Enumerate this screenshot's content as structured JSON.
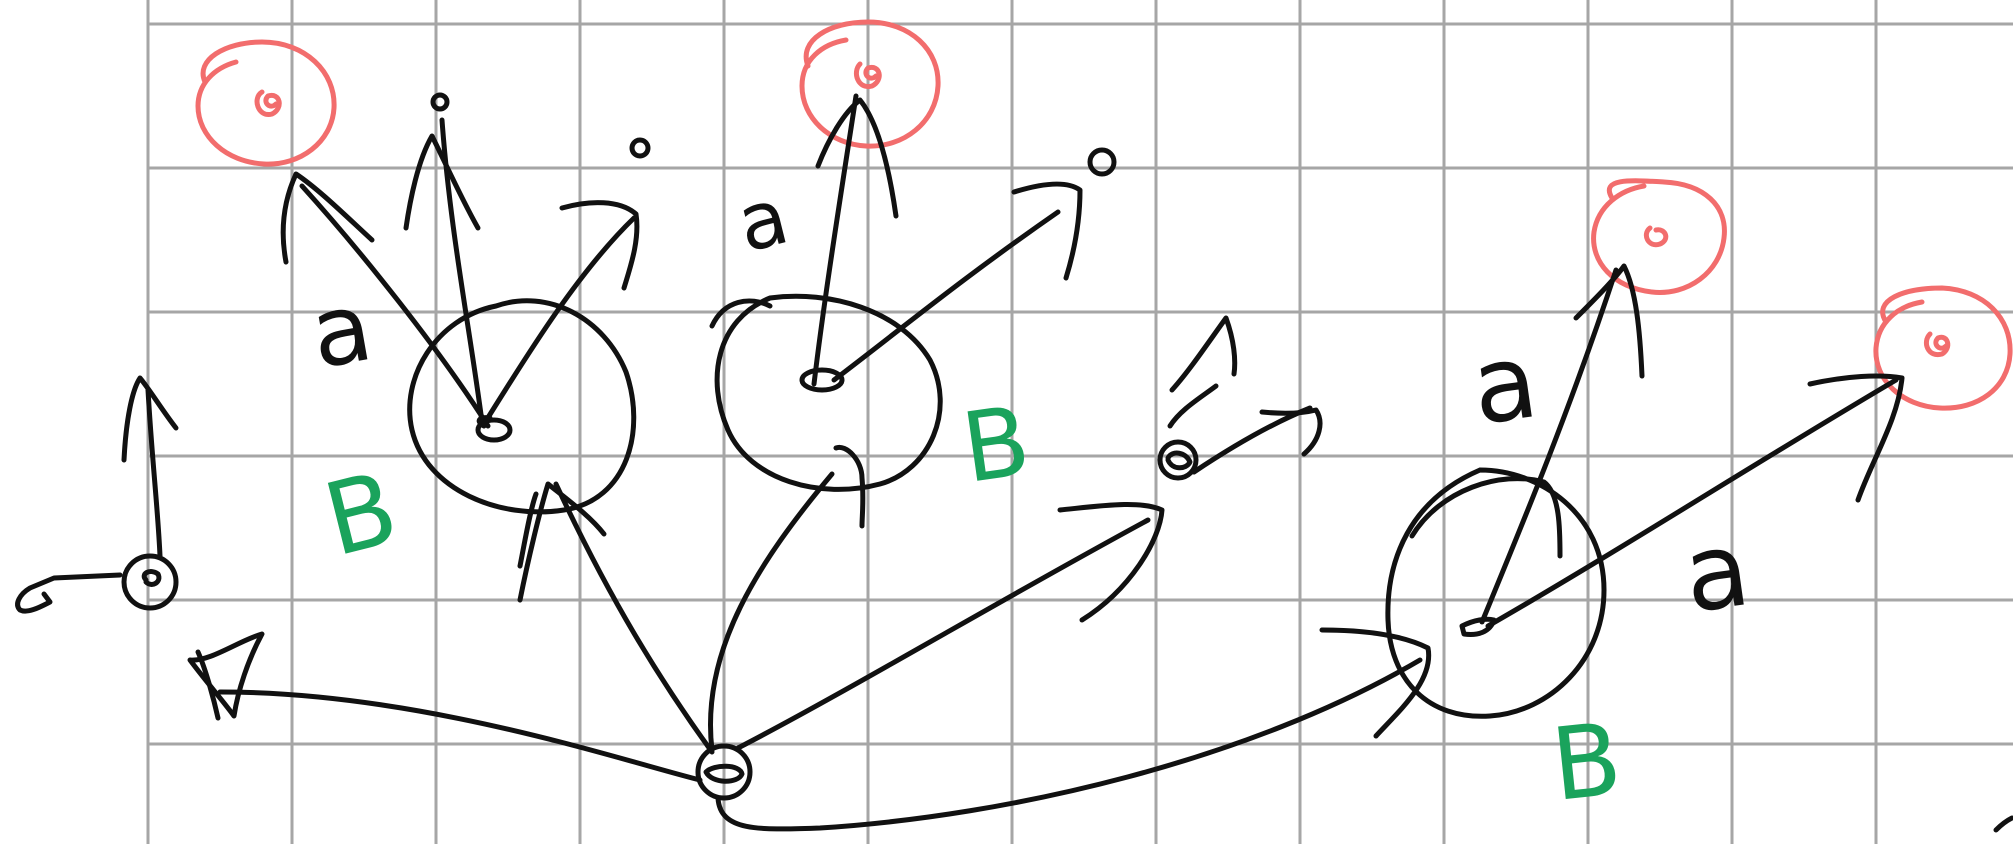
{
  "colors": {
    "background": "#ffffff",
    "grid": "#a6a6a6",
    "ink": "#111111",
    "goal": "#f26d6d",
    "label_b": "#1aa35c"
  },
  "labels": {
    "a_left": "a",
    "a_center": "a",
    "a_right_up": "a",
    "a_right": "a",
    "b_left": "B",
    "b_center": "B",
    "b_right": "B"
  }
}
